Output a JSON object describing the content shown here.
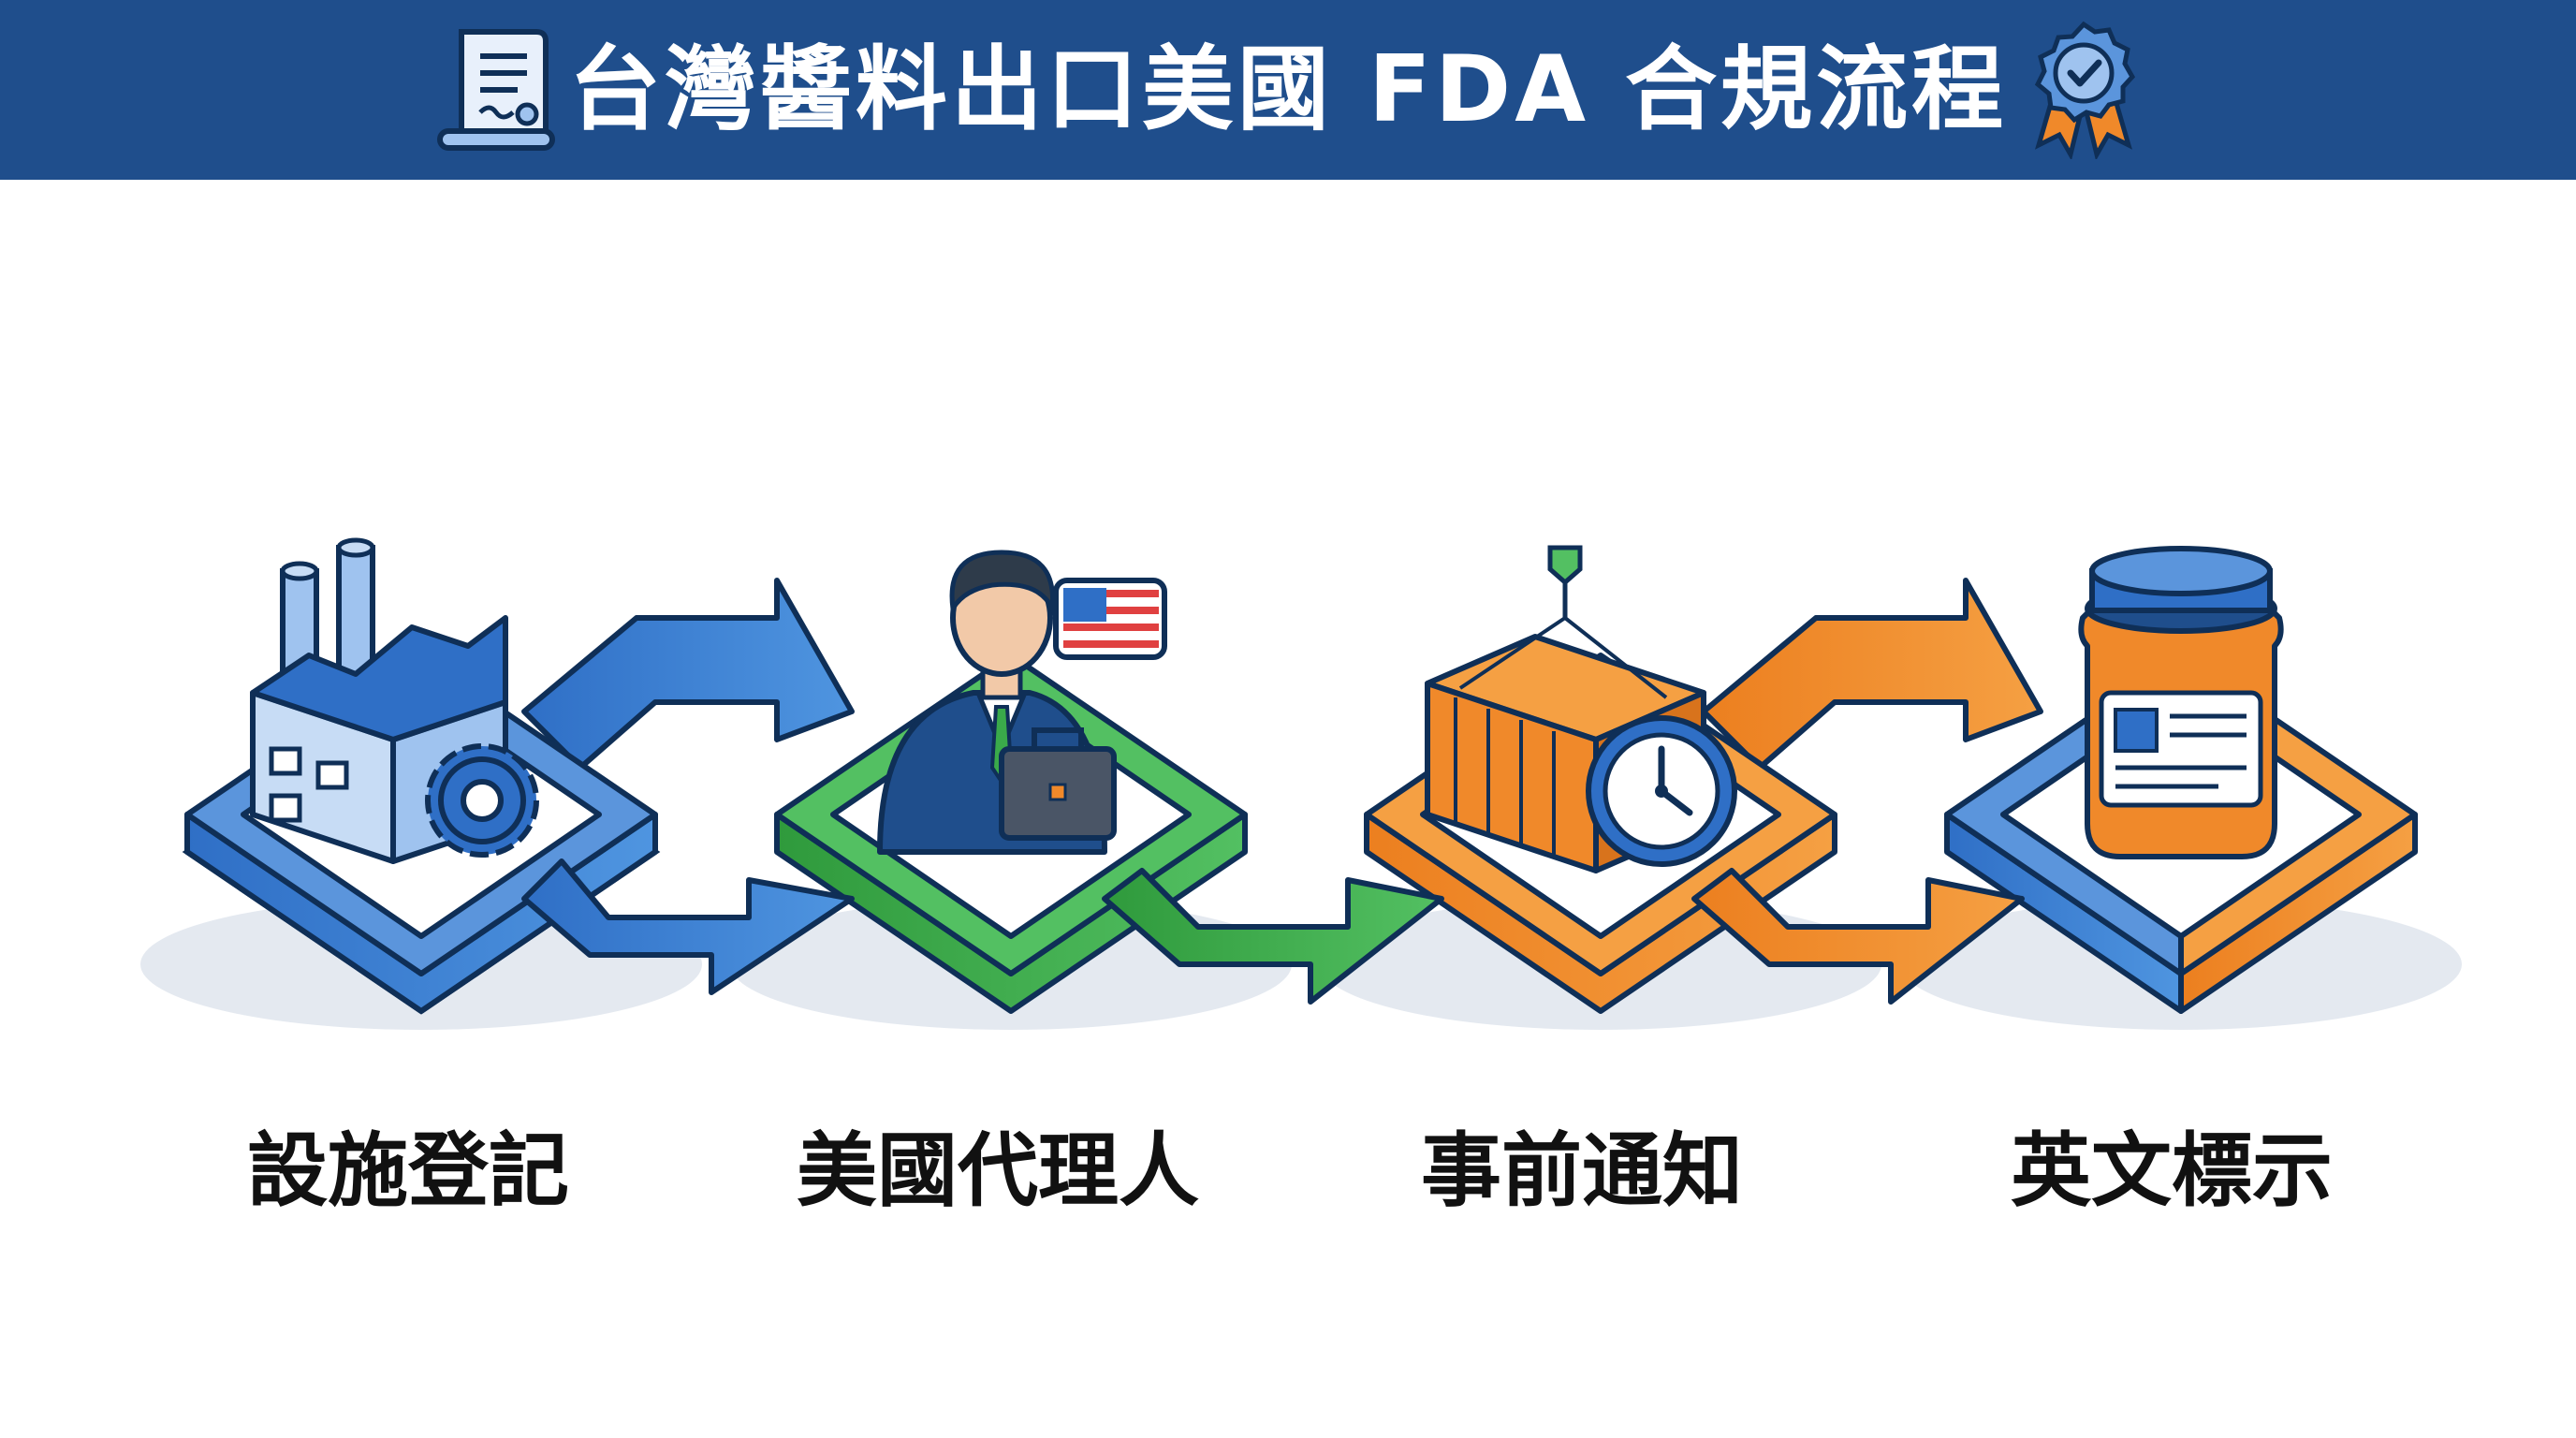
{
  "header": {
    "title": "台灣醬料出口美國 FDA 合規流程",
    "left_icon": "document-certificate-icon",
    "right_icon": "award-badge-check-icon",
    "background_color": "#1f4e8c"
  },
  "steps": [
    {
      "label": "設施登記",
      "icon": "factory-gear-icon",
      "color": "#2f6fc6"
    },
    {
      "label": "美國代理人",
      "icon": "businessman-briefcase-us-flag-icon",
      "color": "#3aaa4a"
    },
    {
      "label": "事前通知",
      "icon": "shipping-container-clock-icon",
      "color": "#f0892a"
    },
    {
      "label": "英文標示",
      "icon": "sauce-jar-label-icon",
      "color": "#f0892a"
    }
  ],
  "colors": {
    "blue": "#2f6fc6",
    "dark_blue": "#1f4e8c",
    "green": "#3aaa4a",
    "orange": "#f0892a"
  }
}
